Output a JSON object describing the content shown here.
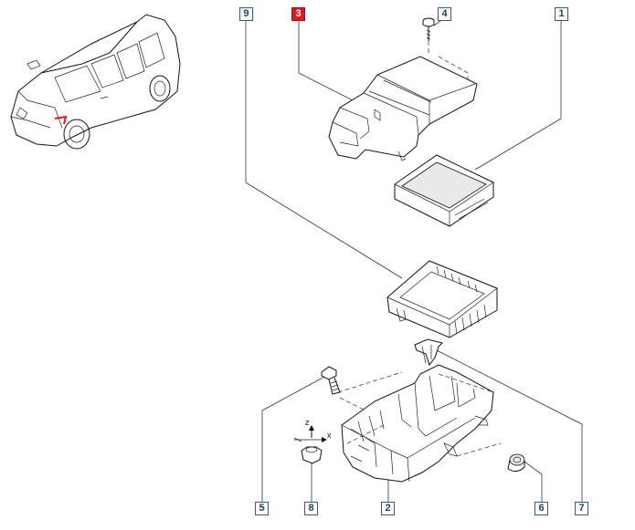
{
  "diagram": {
    "callouts": [
      {
        "id": "c9",
        "label": "9",
        "active": false
      },
      {
        "id": "c3",
        "label": "3",
        "active": true
      },
      {
        "id": "c4",
        "label": "4",
        "active": false
      },
      {
        "id": "c1",
        "label": "1",
        "active": false
      },
      {
        "id": "c5",
        "label": "5",
        "active": false
      },
      {
        "id": "c8",
        "label": "8",
        "active": false
      },
      {
        "id": "c2",
        "label": "2",
        "active": false
      },
      {
        "id": "c6",
        "label": "6",
        "active": false
      },
      {
        "id": "c7",
        "label": "7",
        "active": false
      }
    ],
    "axis_marks": {
      "x": "x",
      "z": "z"
    },
    "colors": {
      "active_callout": "#e3161b",
      "callout_border": "#2e5f86"
    }
  }
}
